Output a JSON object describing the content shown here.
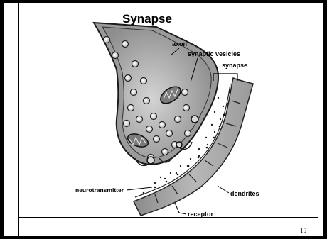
{
  "slide": {
    "page_number": "15"
  },
  "diagram": {
    "title": "Synapse",
    "labels": {
      "axon": "axon",
      "vesicles": "synaptic vesicles",
      "synapse": "synapse",
      "neurotransmitter": "neurotransmitter",
      "dendrites": "dendrites",
      "receptor": "receptor"
    }
  }
}
